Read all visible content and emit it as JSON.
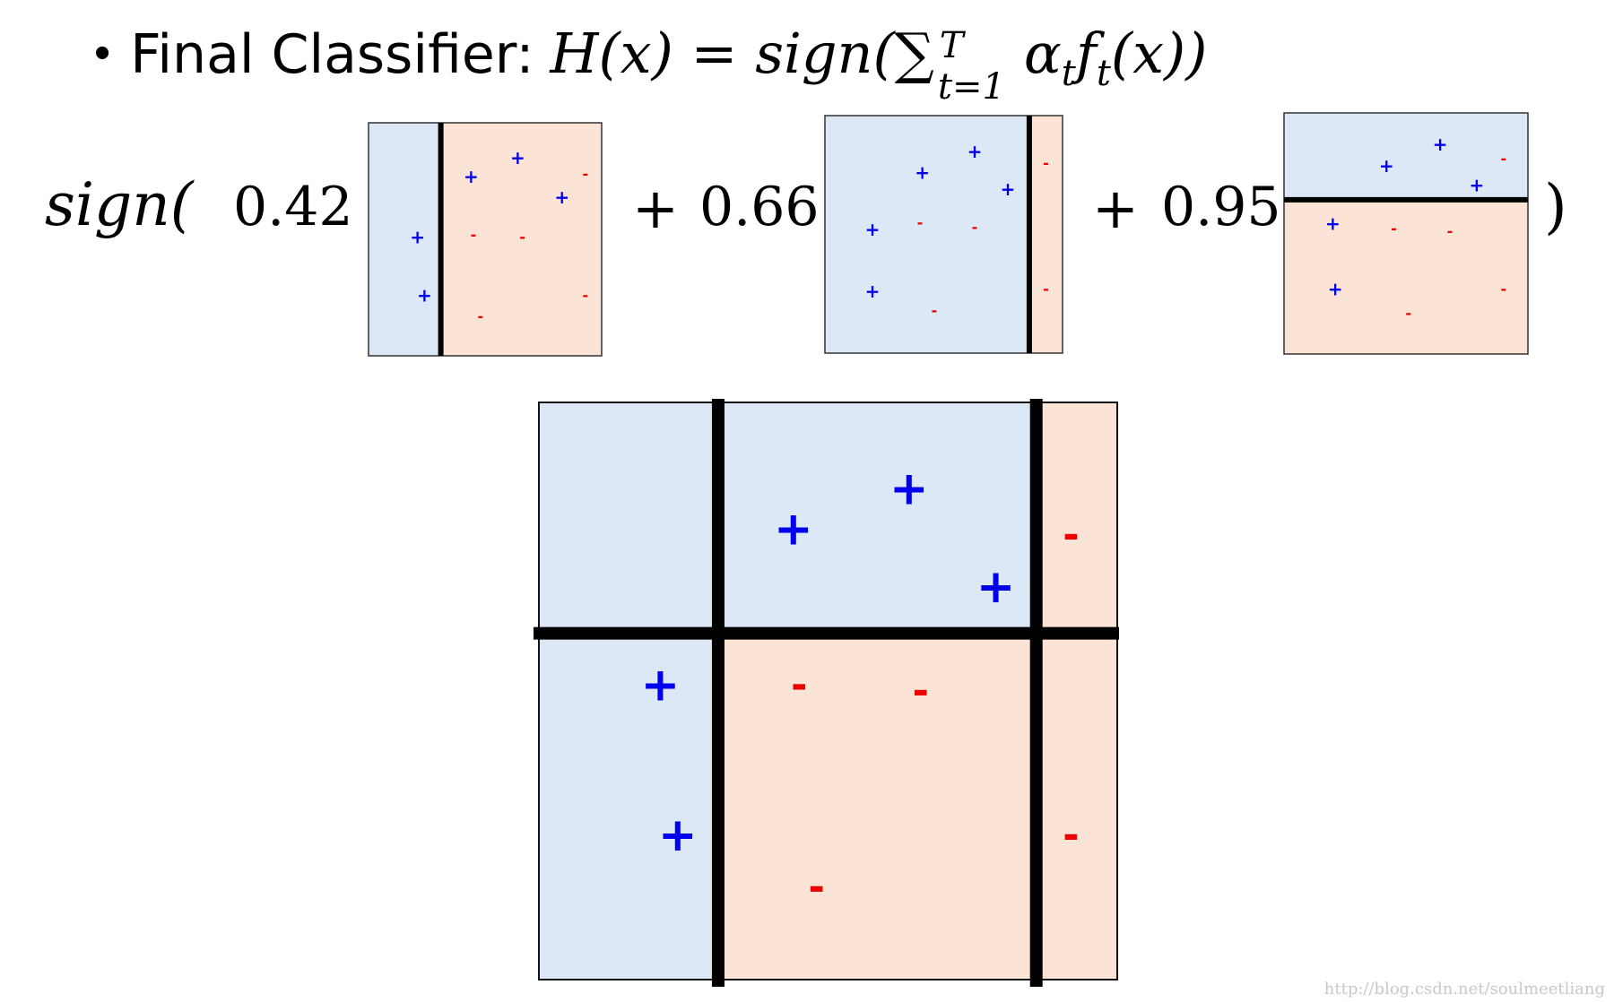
{
  "title": {
    "bullet": "•",
    "label": "Final Classifier:",
    "formula_lhs": "H(x) = sign(",
    "sum_symbol": "∑",
    "sum_upper": "T",
    "sum_lower": "t=1",
    "alpha": "α",
    "alpha_sub": "t",
    "f": "f",
    "f_sub": "t",
    "formula_tail": "(x))"
  },
  "formula": {
    "sign_open": "sign(",
    "weights": [
      "0.42",
      "0.66",
      "0.95"
    ],
    "plus": "+",
    "close": ")"
  },
  "watermark": "http://blog.csdn.net/soulmeetliang",
  "colors": {
    "positive_region": "#dce8f5",
    "negative_region": "#fbe3d6",
    "plus_sign": "#0000ee",
    "minus_sign": "#ee0000",
    "boundary": "#000000"
  },
  "classifiers": [
    {
      "weight": "0.42",
      "boundary": "vertical",
      "split": 0.31,
      "positive_side": "left",
      "points": [
        {
          "u": 0.44,
          "v": 0.23,
          "label": "+"
        },
        {
          "u": 0.64,
          "v": 0.15,
          "label": "+"
        },
        {
          "u": 0.83,
          "v": 0.32,
          "label": "+"
        },
        {
          "u": 0.21,
          "v": 0.49,
          "label": "+"
        },
        {
          "u": 0.24,
          "v": 0.74,
          "label": "+"
        },
        {
          "u": 0.93,
          "v": 0.22,
          "label": "-"
        },
        {
          "u": 0.45,
          "v": 0.48,
          "label": "-"
        },
        {
          "u": 0.66,
          "v": 0.49,
          "label": "-"
        },
        {
          "u": 0.48,
          "v": 0.83,
          "label": "-"
        },
        {
          "u": 0.93,
          "v": 0.74,
          "label": "-"
        }
      ]
    },
    {
      "weight": "0.66",
      "boundary": "vertical",
      "split": 0.86,
      "positive_side": "left",
      "points": [
        {
          "u": 0.41,
          "v": 0.24,
          "label": "+"
        },
        {
          "u": 0.63,
          "v": 0.15,
          "label": "+"
        },
        {
          "u": 0.77,
          "v": 0.31,
          "label": "+"
        },
        {
          "u": 0.2,
          "v": 0.48,
          "label": "+"
        },
        {
          "u": 0.2,
          "v": 0.74,
          "label": "+"
        },
        {
          "u": 0.93,
          "v": 0.2,
          "label": "-"
        },
        {
          "u": 0.4,
          "v": 0.45,
          "label": "-"
        },
        {
          "u": 0.63,
          "v": 0.47,
          "label": "-"
        },
        {
          "u": 0.46,
          "v": 0.82,
          "label": "-"
        },
        {
          "u": 0.93,
          "v": 0.73,
          "label": "-"
        }
      ]
    },
    {
      "weight": "0.95",
      "boundary": "horizontal",
      "split": 0.36,
      "positive_side": "top",
      "points": [
        {
          "u": 0.42,
          "v": 0.22,
          "label": "+"
        },
        {
          "u": 0.64,
          "v": 0.13,
          "label": "+"
        },
        {
          "u": 0.79,
          "v": 0.3,
          "label": "+"
        },
        {
          "u": 0.2,
          "v": 0.46,
          "label": "+"
        },
        {
          "u": 0.21,
          "v": 0.73,
          "label": "+"
        },
        {
          "u": 0.9,
          "v": 0.19,
          "label": "-"
        },
        {
          "u": 0.45,
          "v": 0.48,
          "label": "-"
        },
        {
          "u": 0.68,
          "v": 0.49,
          "label": "-"
        },
        {
          "u": 0.51,
          "v": 0.83,
          "label": "-"
        },
        {
          "u": 0.9,
          "v": 0.73,
          "label": "-"
        }
      ]
    }
  ],
  "combined": {
    "vertical_splits": [
      0.31,
      0.86
    ],
    "horizontal_split": 0.4,
    "regions": [
      {
        "col": 0,
        "row": 0,
        "label": "+"
      },
      {
        "col": 1,
        "row": 0,
        "label": "+"
      },
      {
        "col": 2,
        "row": 0,
        "label": "-"
      },
      {
        "col": 0,
        "row": 1,
        "label": "+"
      },
      {
        "col": 1,
        "row": 1,
        "label": "-"
      },
      {
        "col": 2,
        "row": 1,
        "label": "-"
      }
    ],
    "points": [
      {
        "u": 0.44,
        "v": 0.22,
        "label": "+"
      },
      {
        "u": 0.64,
        "v": 0.15,
        "label": "+"
      },
      {
        "u": 0.79,
        "v": 0.32,
        "label": "+"
      },
      {
        "u": 0.21,
        "v": 0.49,
        "label": "+"
      },
      {
        "u": 0.24,
        "v": 0.75,
        "label": "+"
      },
      {
        "u": 0.92,
        "v": 0.23,
        "label": "-"
      },
      {
        "u": 0.45,
        "v": 0.49,
        "label": "-"
      },
      {
        "u": 0.66,
        "v": 0.5,
        "label": "-"
      },
      {
        "u": 0.48,
        "v": 0.84,
        "label": "-"
      },
      {
        "u": 0.92,
        "v": 0.75,
        "label": "-"
      }
    ]
  }
}
